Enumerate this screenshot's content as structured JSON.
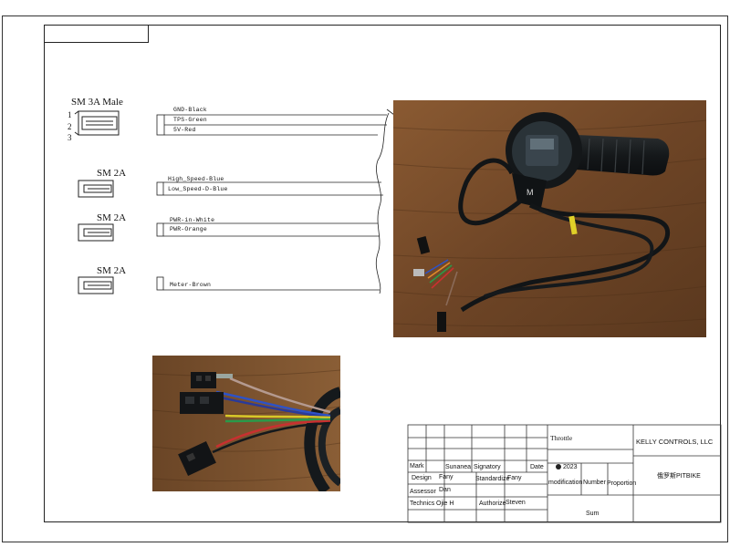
{
  "connectors": {
    "sm3a": {
      "label": "SM 3A Male",
      "pins": [
        "1",
        "2",
        "3"
      ]
    },
    "sm2a_speed": {
      "label": "SM 2A"
    },
    "sm2a_pwr": {
      "label": "SM 2A"
    },
    "sm2a_meter": {
      "label": "SM 2A"
    }
  },
  "wires": {
    "gnd": "GND-Black",
    "tps": "TPS-Green",
    "fiveV": "5V-Red",
    "high_speed": "High_Speed-Blue",
    "low_speed": "Low_Speed-D-Blue",
    "pwr_in": "PWR-in-White",
    "pwr_out": "PWR-Orange",
    "meter": "Meter-Brown"
  },
  "title_block": {
    "mark": "Mark",
    "sum_col": "Sunanea",
    "signatory": "Signatory",
    "date": "Date",
    "date_value": "2023",
    "design": "Design",
    "design_name": "Fany",
    "standardize": "Standardize",
    "standardize_name": "Fany",
    "assessor": "Assessor",
    "assessor_name": "Dan",
    "technics": "Technics",
    "technics_name": "Ojie H",
    "authorize": "Authorize",
    "authorize_name": "Steven",
    "part_name": "Throttle",
    "modification": "modification",
    "number": "Number",
    "proportion": "Proportion",
    "sum": "Sum",
    "company": "KELLY CONTROLS, LLC",
    "project": "俄罗斯PITBIKE"
  },
  "colors": {
    "wood": "#7a4f2a",
    "cable": "#15191c",
    "wire_blue": "#2d52c8",
    "wire_green": "#2a9a4a",
    "wire_red": "#c83030",
    "wire_yellow": "#d8c828",
    "wire_orange": "#e08a2a",
    "wire_brown": "#8a6a58"
  },
  "icons": {
    "throttle_photo": "throttle-grip-photo",
    "wiring_photo": "connector-closeup-photo"
  }
}
